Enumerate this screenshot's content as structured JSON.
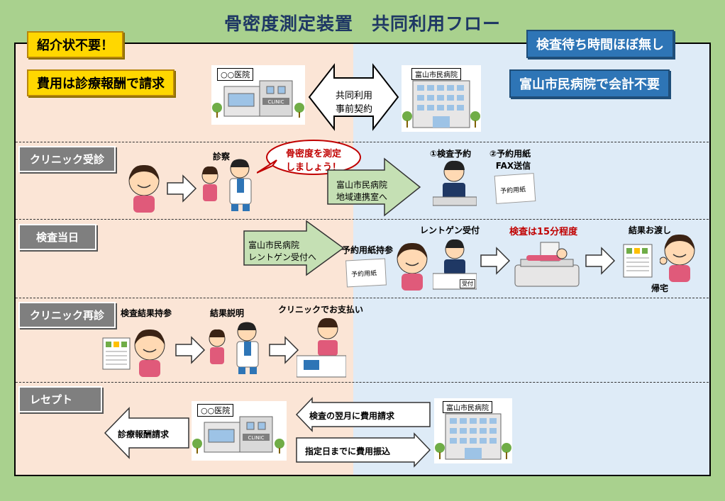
{
  "title": "骨密度測定装置　共同利用フロー",
  "tags": {
    "no_referral": "紹介状不要！",
    "fee_claim": "費用は診療報酬で請求",
    "no_wait": "検査待ち時間ほぼ無し",
    "no_payment": "富山市民病院で会計不要"
  },
  "top": {
    "clinic_name": "○○医院",
    "clinic_sign": "CLINIC",
    "hospital_name": "富山市民病院",
    "contract": "共同利用\n事前契約"
  },
  "sections": {
    "clinic_visit": "クリニック受診",
    "exam_day": "検査当日",
    "clinic_revisit": "クリニック再診",
    "receipt": "レセプト"
  },
  "row1": {
    "exam_label": "診察",
    "speech": "骨密度を測定\nしましょう！",
    "arrow_text": "富山市民病院\n地域連携室へ",
    "step1": "①検査予約",
    "step2": "②予約用紙\nFAX送信",
    "form_label": "予約用紙"
  },
  "row2": {
    "arrow_text": "富山市民病院\nレントゲン受付へ",
    "bring_form": "予約用紙持参",
    "form_label": "予約用紙",
    "xray_reception": "レントゲン受付",
    "reception_sign": "受付",
    "duration": "検査は15分程度",
    "result_handover": "結果お渡し",
    "go_home": "帰宅"
  },
  "row3": {
    "bring_results": "検査結果持参",
    "explain": "結果説明",
    "pay": "クリニックでお支払い"
  },
  "row4": {
    "clinic_name": "○○医院",
    "clinic_sign": "CLINIC",
    "hospital_name": "富山市民病院",
    "medical_fee_claim": "診療報酬請求",
    "next_month_claim": "検査の翌月に費用請求",
    "transfer": "指定日までに費用振込"
  },
  "colors": {
    "background": "#a9d18e",
    "clinic_side": "#fbe5d6",
    "hospital_side": "#deebf7",
    "title": "#1f3864",
    "accent_red": "#c00000",
    "tag_yellow": "#ffd700",
    "tag_blue": "#2e75b6",
    "arrow_green": "#c5e0b4"
  }
}
